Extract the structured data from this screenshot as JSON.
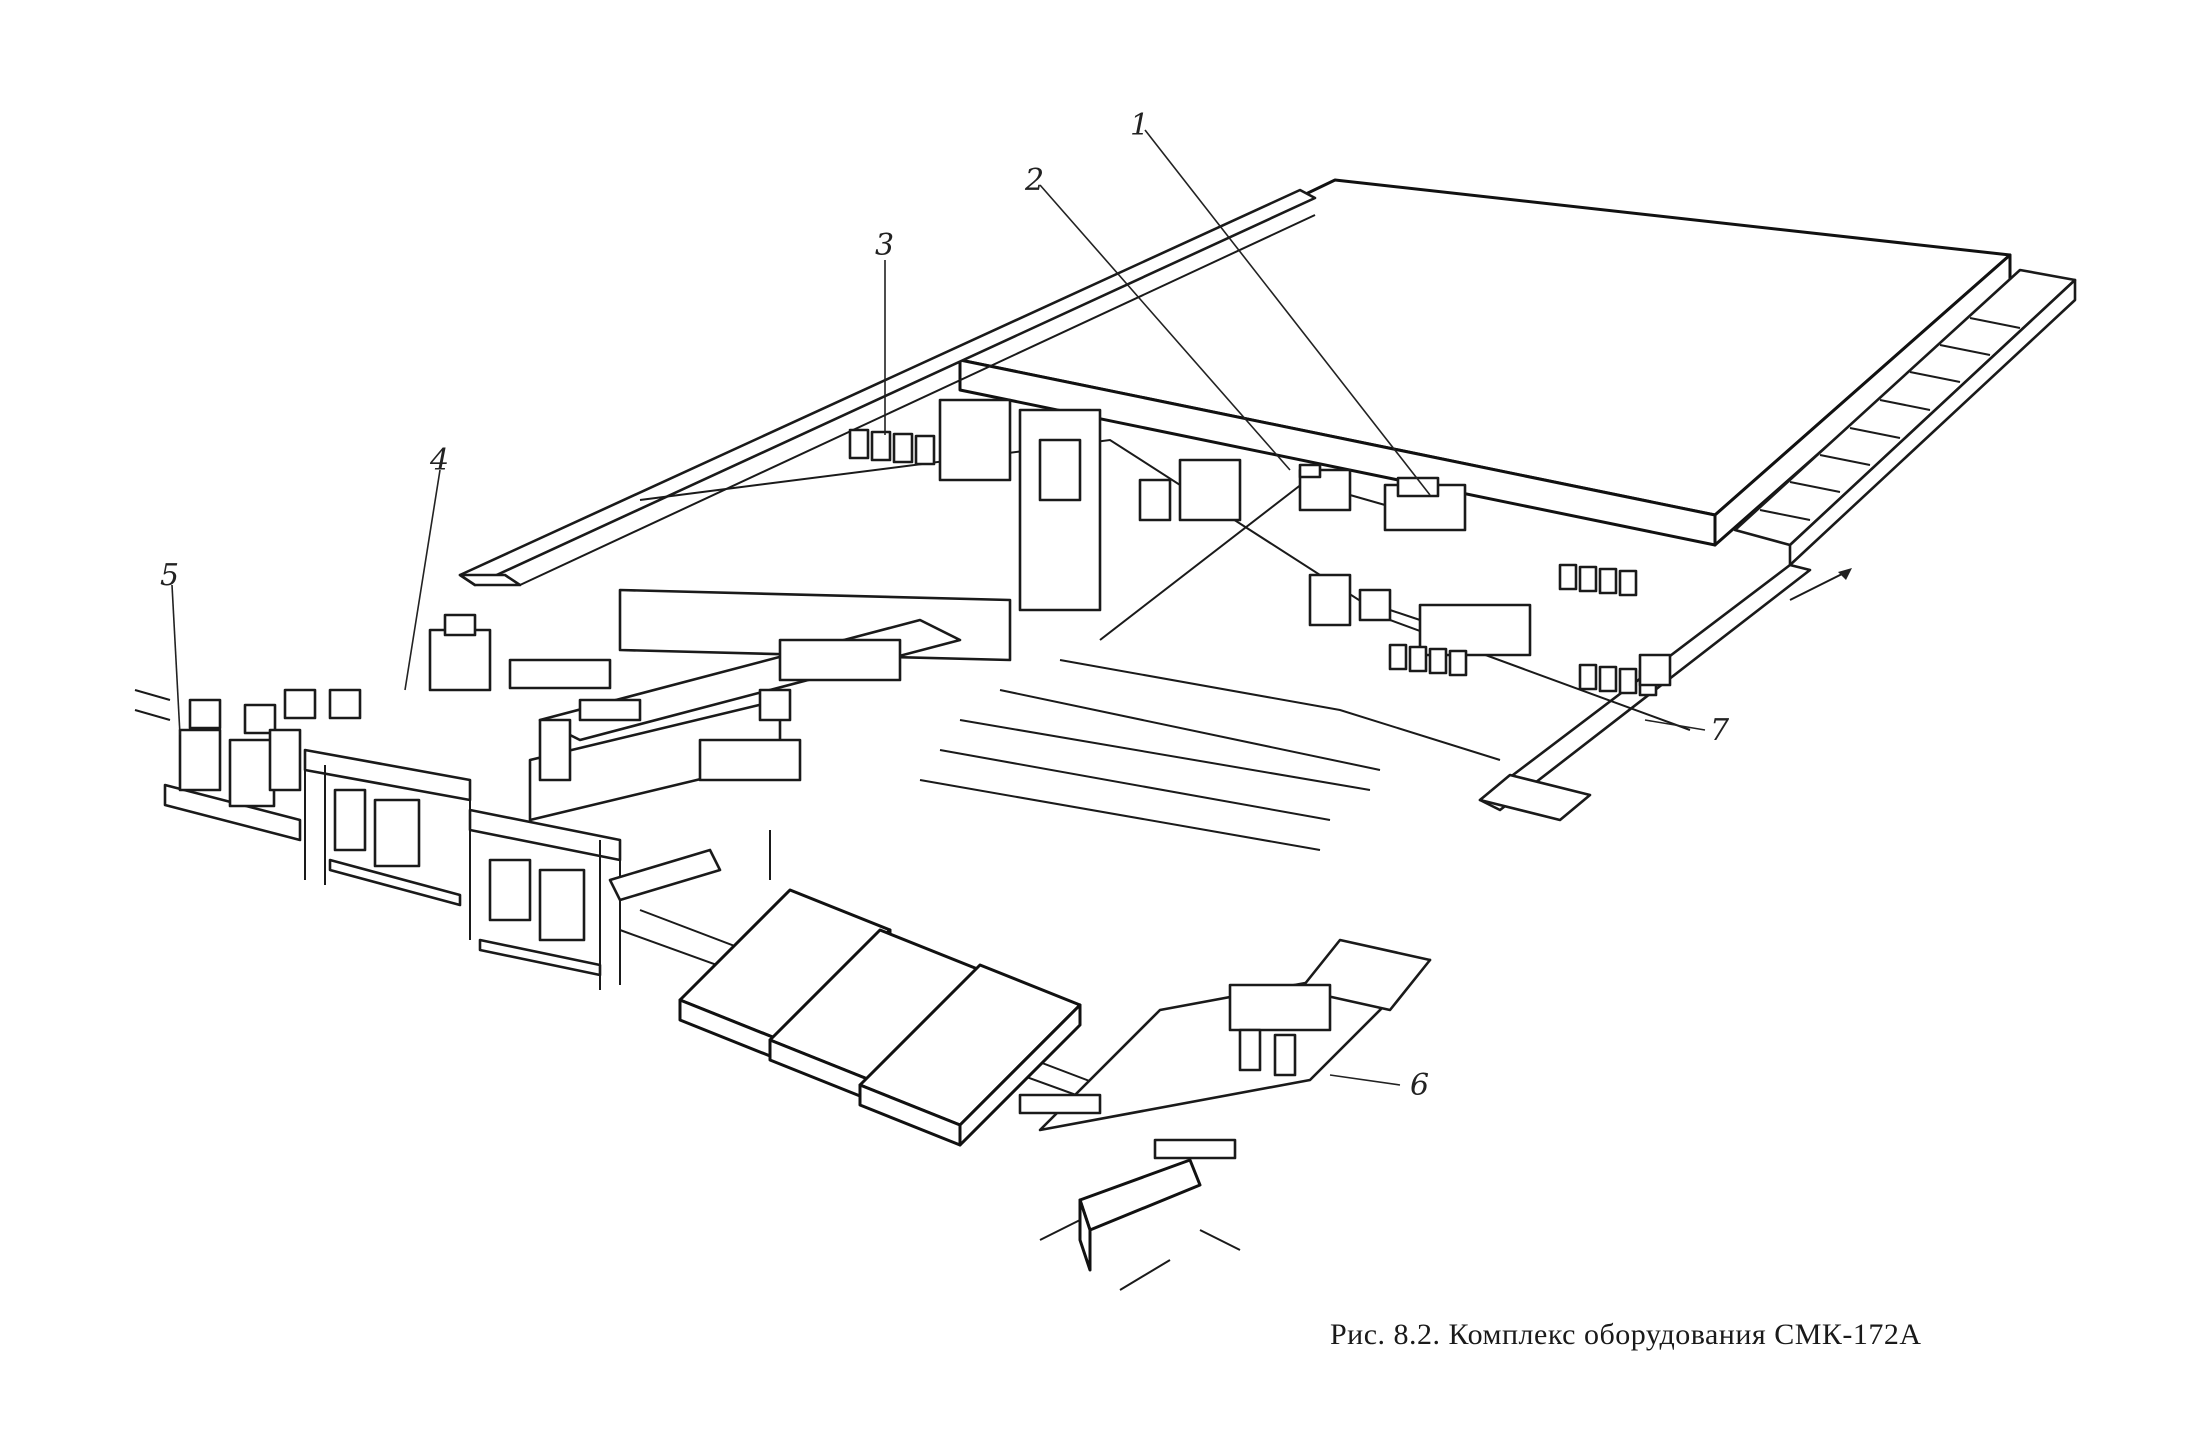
{
  "caption": "Рис. 8.2. Комплекс оборудования СМК-172А",
  "callouts": [
    {
      "id": "1",
      "label": "1"
    },
    {
      "id": "2",
      "label": "2"
    },
    {
      "id": "3",
      "label": "3"
    },
    {
      "id": "4",
      "label": "4"
    },
    {
      "id": "5",
      "label": "5"
    },
    {
      "id": "6",
      "label": "6"
    },
    {
      "id": "7",
      "label": "7"
    }
  ]
}
